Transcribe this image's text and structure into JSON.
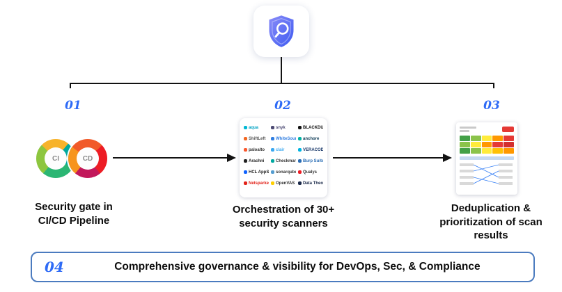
{
  "logo": {
    "icon": "shield-magnifier-icon"
  },
  "steps": [
    {
      "number": "01",
      "label": "Security gate in\nCI/CD Pipeline"
    },
    {
      "number": "02",
      "label": "Orchestration of 30+\nsecurity scanners"
    },
    {
      "number": "03",
      "label": "Deduplication &\nprioritization of scan\nresults"
    }
  ],
  "cicd_icon": {
    "left_label": "CI",
    "right_label": "CD"
  },
  "scanners": [
    {
      "name": "aqua",
      "color": "#00b8d4",
      "text_color": "#00a3c4"
    },
    {
      "name": "snyk",
      "color": "#4c4a73",
      "text_color": "#4c4a73"
    },
    {
      "name": "BLACKDUCK",
      "color": "#111111",
      "text_color": "#111111"
    },
    {
      "name": "ShiftLeft",
      "color": "#f26822",
      "text_color": "#555555"
    },
    {
      "name": "WhiteSource",
      "color": "#2f7de1",
      "text_color": "#2f7de1"
    },
    {
      "name": "anchore",
      "color": "#00b3a4",
      "text_color": "#0b3954"
    },
    {
      "name": "paloalto",
      "color": "#fa582d",
      "text_color": "#333333"
    },
    {
      "name": "clair",
      "color": "#3aa8f0",
      "text_color": "#3aa8f0"
    },
    {
      "name": "VERACODE",
      "color": "#00b4e1",
      "text_color": "#1b3a6b"
    },
    {
      "name": "Arachni",
      "color": "#222222",
      "text_color": "#222222"
    },
    {
      "name": "Checkmarx",
      "color": "#00a8a0",
      "text_color": "#333333"
    },
    {
      "name": "Burp Suite",
      "color": "#2a6db5",
      "text_color": "#2a6db5"
    },
    {
      "name": "HCL AppScan",
      "color": "#0f62fe",
      "text_color": "#222222"
    },
    {
      "name": "sonarqube",
      "color": "#549dd0",
      "text_color": "#333333"
    },
    {
      "name": "Qualys",
      "color": "#ed1c24",
      "text_color": "#333333"
    },
    {
      "name": "Netsparker",
      "color": "#e2231a",
      "text_color": "#e2231a"
    },
    {
      "name": "OpenVAS",
      "color": "#ffcf00",
      "text_color": "#333333"
    },
    {
      "name": "Data Theorem",
      "color": "#1b2a4a",
      "text_color": "#1b2a4a"
    }
  ],
  "result_preview": {
    "badge_color": "#e53935",
    "heatmap_colors": [
      "#43a047",
      "#8bc34a",
      "#ffeb3b",
      "#ff9800",
      "#e53935",
      "#8bc34a",
      "#ffeb3b",
      "#ff9800",
      "#e53935",
      "#d32f2f",
      "#43a047",
      "#8bc34a",
      "#ffeb3b",
      "#ffc107",
      "#ff9800"
    ],
    "line_color": "#3b82f6"
  },
  "footer": {
    "number": "04",
    "text": "Comprehensive governance & visibility for DevOps, Sec, & Compliance"
  },
  "colors": {
    "accent_blue": "#2e6bf6",
    "footer_border": "#4b7bbf",
    "connector": "#121212"
  }
}
